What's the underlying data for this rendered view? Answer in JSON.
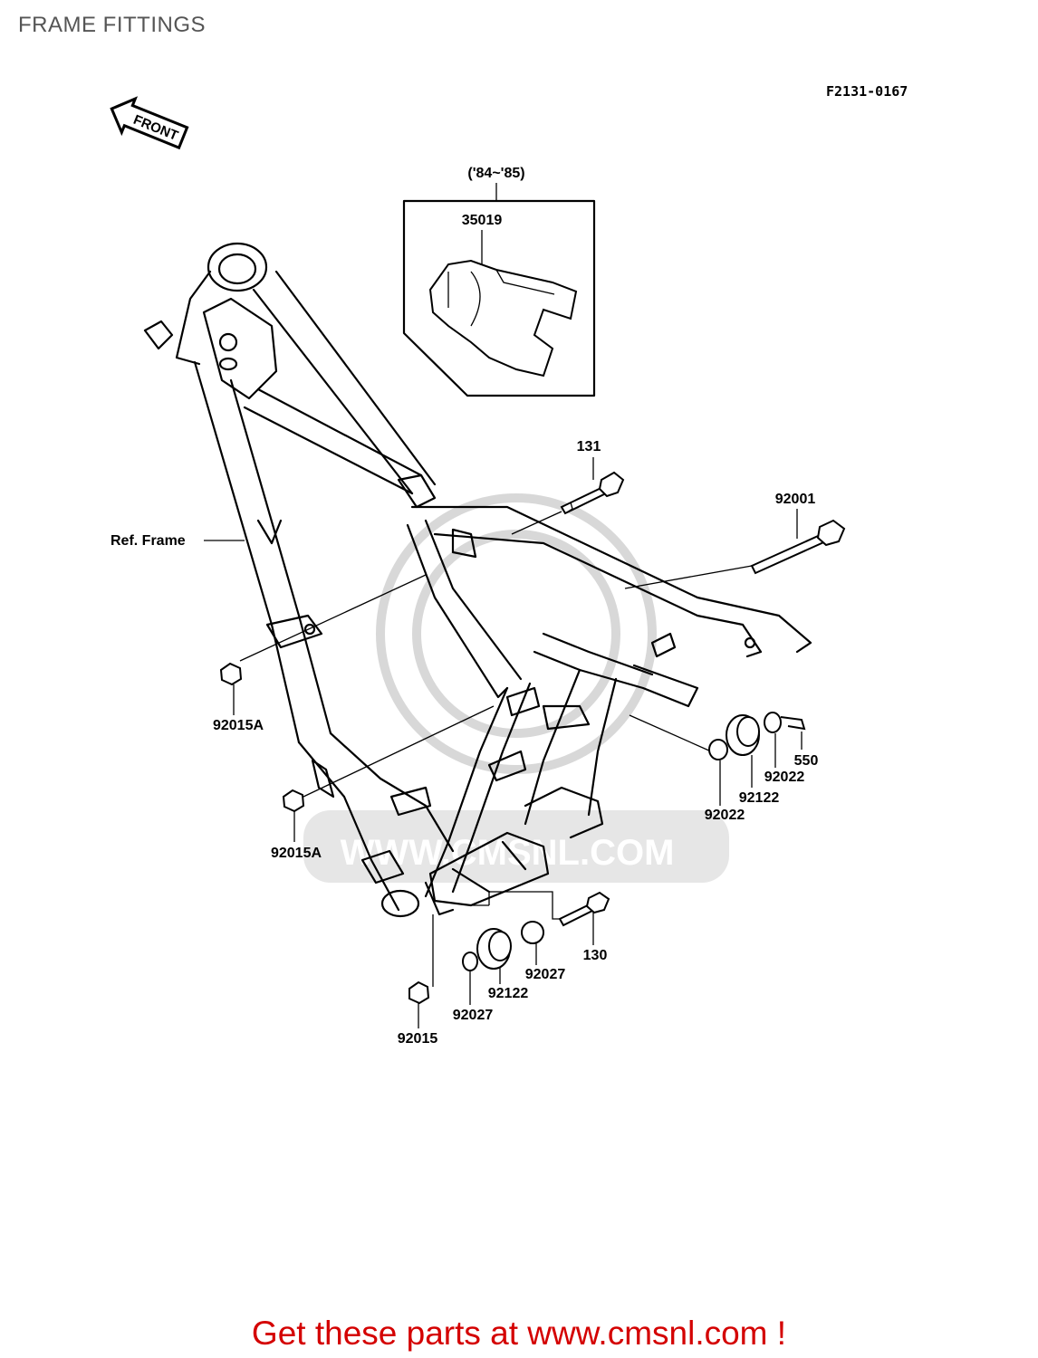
{
  "title": "FRAME FITTINGS",
  "drawing_code": "F2131-0167",
  "front_arrow": "FRONT",
  "inset": {
    "years": "('84~'85)",
    "part": "35019"
  },
  "labels": {
    "ref_frame": "Ref. Frame",
    "p131": "131",
    "p92001": "92001",
    "p92015a_1": "92015A",
    "p92015a_2": "92015A",
    "p550": "550",
    "p92022_1": "92022",
    "p92122_1": "92122",
    "p92022_2": "92022",
    "p130": "130",
    "p92027_1": "92027",
    "p92122_2": "92122",
    "p92027_2": "92027",
    "p92015": "92015"
  },
  "watermark": "WWW.CMSNL.COM",
  "footer": "Get these parts at www.cmsnl.com !",
  "colors": {
    "footer": "#d40000",
    "watermark": "#d8d8d8"
  }
}
